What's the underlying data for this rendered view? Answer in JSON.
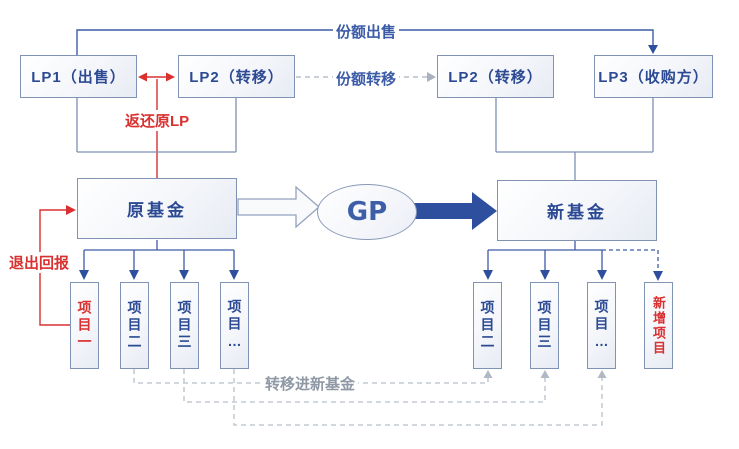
{
  "diagram": {
    "top_row": {
      "lp1": "LP1（出售）",
      "lp2_left": "LP2（转移）",
      "lp2_right": "LP2（转移）",
      "lp3": "LP3（收购方）"
    },
    "funds": {
      "old_fund": "原基金",
      "gp": "GP",
      "new_fund": "新基金"
    },
    "labels": {
      "share_sale": "份额出售",
      "share_transfer": "份额转移",
      "return_to_original_lp": "返还原LP",
      "exit_return": "退出回报",
      "transfer_into_new_fund": "转移进新基金"
    },
    "projects_left": [
      "项目一",
      "项目二",
      "项目三",
      "项目…"
    ],
    "projects_right": [
      "项目二",
      "项目三",
      "项目…",
      "新增项目"
    ],
    "colors": {
      "blue_line": "#3c5ca8",
      "box_border": "#8093b5",
      "box_text": "#2c4a94",
      "red": "#d93030",
      "gray_dash": "#b8bfca",
      "solid_block_arrow": "#2e4f9e",
      "gray_label": "#8f98a5"
    }
  }
}
